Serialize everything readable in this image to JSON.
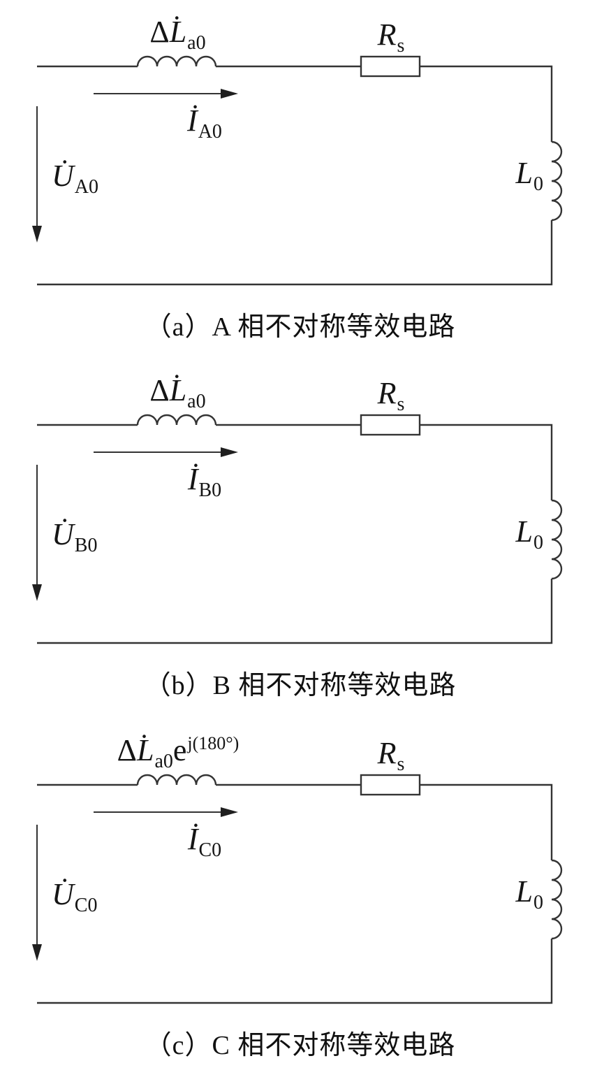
{
  "page": {
    "background": "#ffffff",
    "line_color": "#343434",
    "text_color": "#151515"
  },
  "circuits": [
    {
      "caption": "（a）A 相不对称等效电路",
      "arrows": {
        "current": "right",
        "voltage": "down"
      },
      "labels": {
        "inductor": {
          "delta": "Δ",
          "main": "L̇",
          "sub": "a0",
          "tail": "",
          "sup": ""
        },
        "resistor": {
          "main": "R",
          "sub": "s"
        },
        "current": {
          "main": "İ",
          "sub": "A0"
        },
        "voltage": {
          "main": "U̇",
          "sub": "A0"
        },
        "load": {
          "main": "L",
          "sub": "0"
        }
      }
    },
    {
      "caption": "（b）B 相不对称等效电路",
      "arrows": {
        "current": "right",
        "voltage": "down"
      },
      "labels": {
        "inductor": {
          "delta": "Δ",
          "main": "L̇",
          "sub": "a0",
          "tail": "",
          "sup": ""
        },
        "resistor": {
          "main": "R",
          "sub": "s"
        },
        "current": {
          "main": "İ",
          "sub": "B0"
        },
        "voltage": {
          "main": "U̇",
          "sub": "B0"
        },
        "load": {
          "main": "L",
          "sub": "0"
        }
      }
    },
    {
      "caption": "（c）C 相不对称等效电路",
      "arrows": {
        "current": "right",
        "voltage": "down"
      },
      "labels": {
        "inductor": {
          "delta": "Δ",
          "main": "L̇",
          "sub": "a0",
          "tail": "e",
          "sup": "j(180°)"
        },
        "resistor": {
          "main": "R",
          "sub": "s"
        },
        "current": {
          "main": "İ",
          "sub": "C0"
        },
        "voltage": {
          "main": "U̇",
          "sub": "C0"
        },
        "load": {
          "main": "L",
          "sub": "0"
        }
      }
    }
  ]
}
